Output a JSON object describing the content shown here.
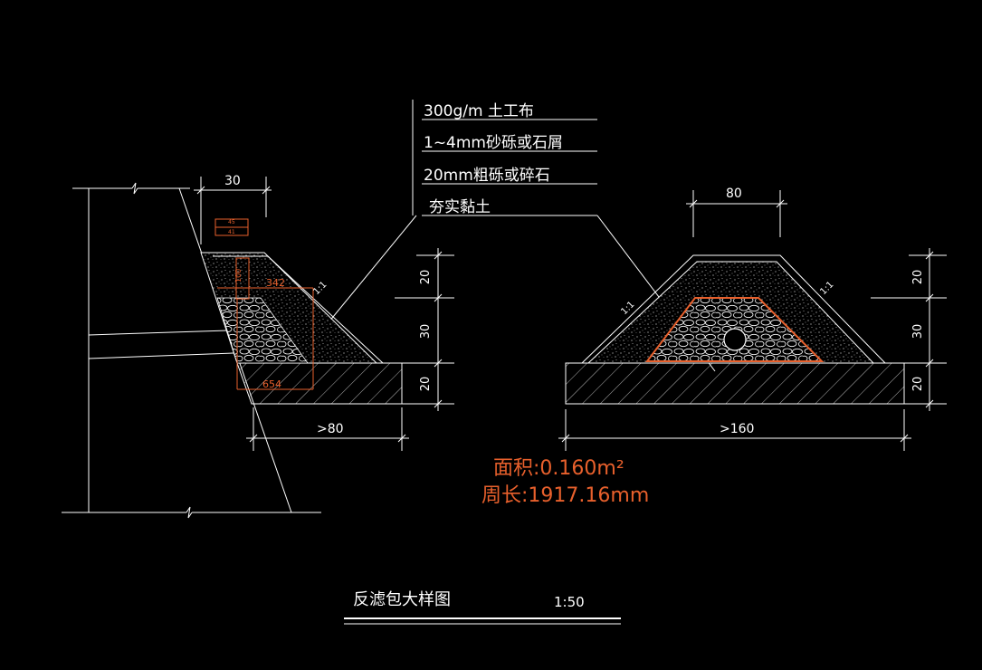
{
  "colors": {
    "background": "#000000",
    "line": "#ffffff",
    "highlight": "#e8602c"
  },
  "callout": {
    "layer1": "300g/m  土工布",
    "layer2": "1~4mm砂砾或石屑",
    "layer3": "20mm粗砾或碎石",
    "layer4": "夯实黏土"
  },
  "left_detail": {
    "top_width": "30",
    "base_width": ">80",
    "dim_upper": "20",
    "dim_middle": "30",
    "dim_lower": "20",
    "slope": "1:1",
    "measure_342": "342",
    "measure_654": "654",
    "measure_100": "100",
    "measure_41": "41",
    "measure_45": "45"
  },
  "right_detail": {
    "top_width": "80",
    "base_width": ">160",
    "dim_upper": "20",
    "dim_middle": "30",
    "dim_lower": "20",
    "slope_left": "1:1",
    "slope_right": "1:1"
  },
  "measurement": {
    "area": "面积:0.160m²",
    "perimeter": "周长:1917.16mm"
  },
  "title": {
    "name": "反滤包大样图",
    "scale": "1:50"
  }
}
